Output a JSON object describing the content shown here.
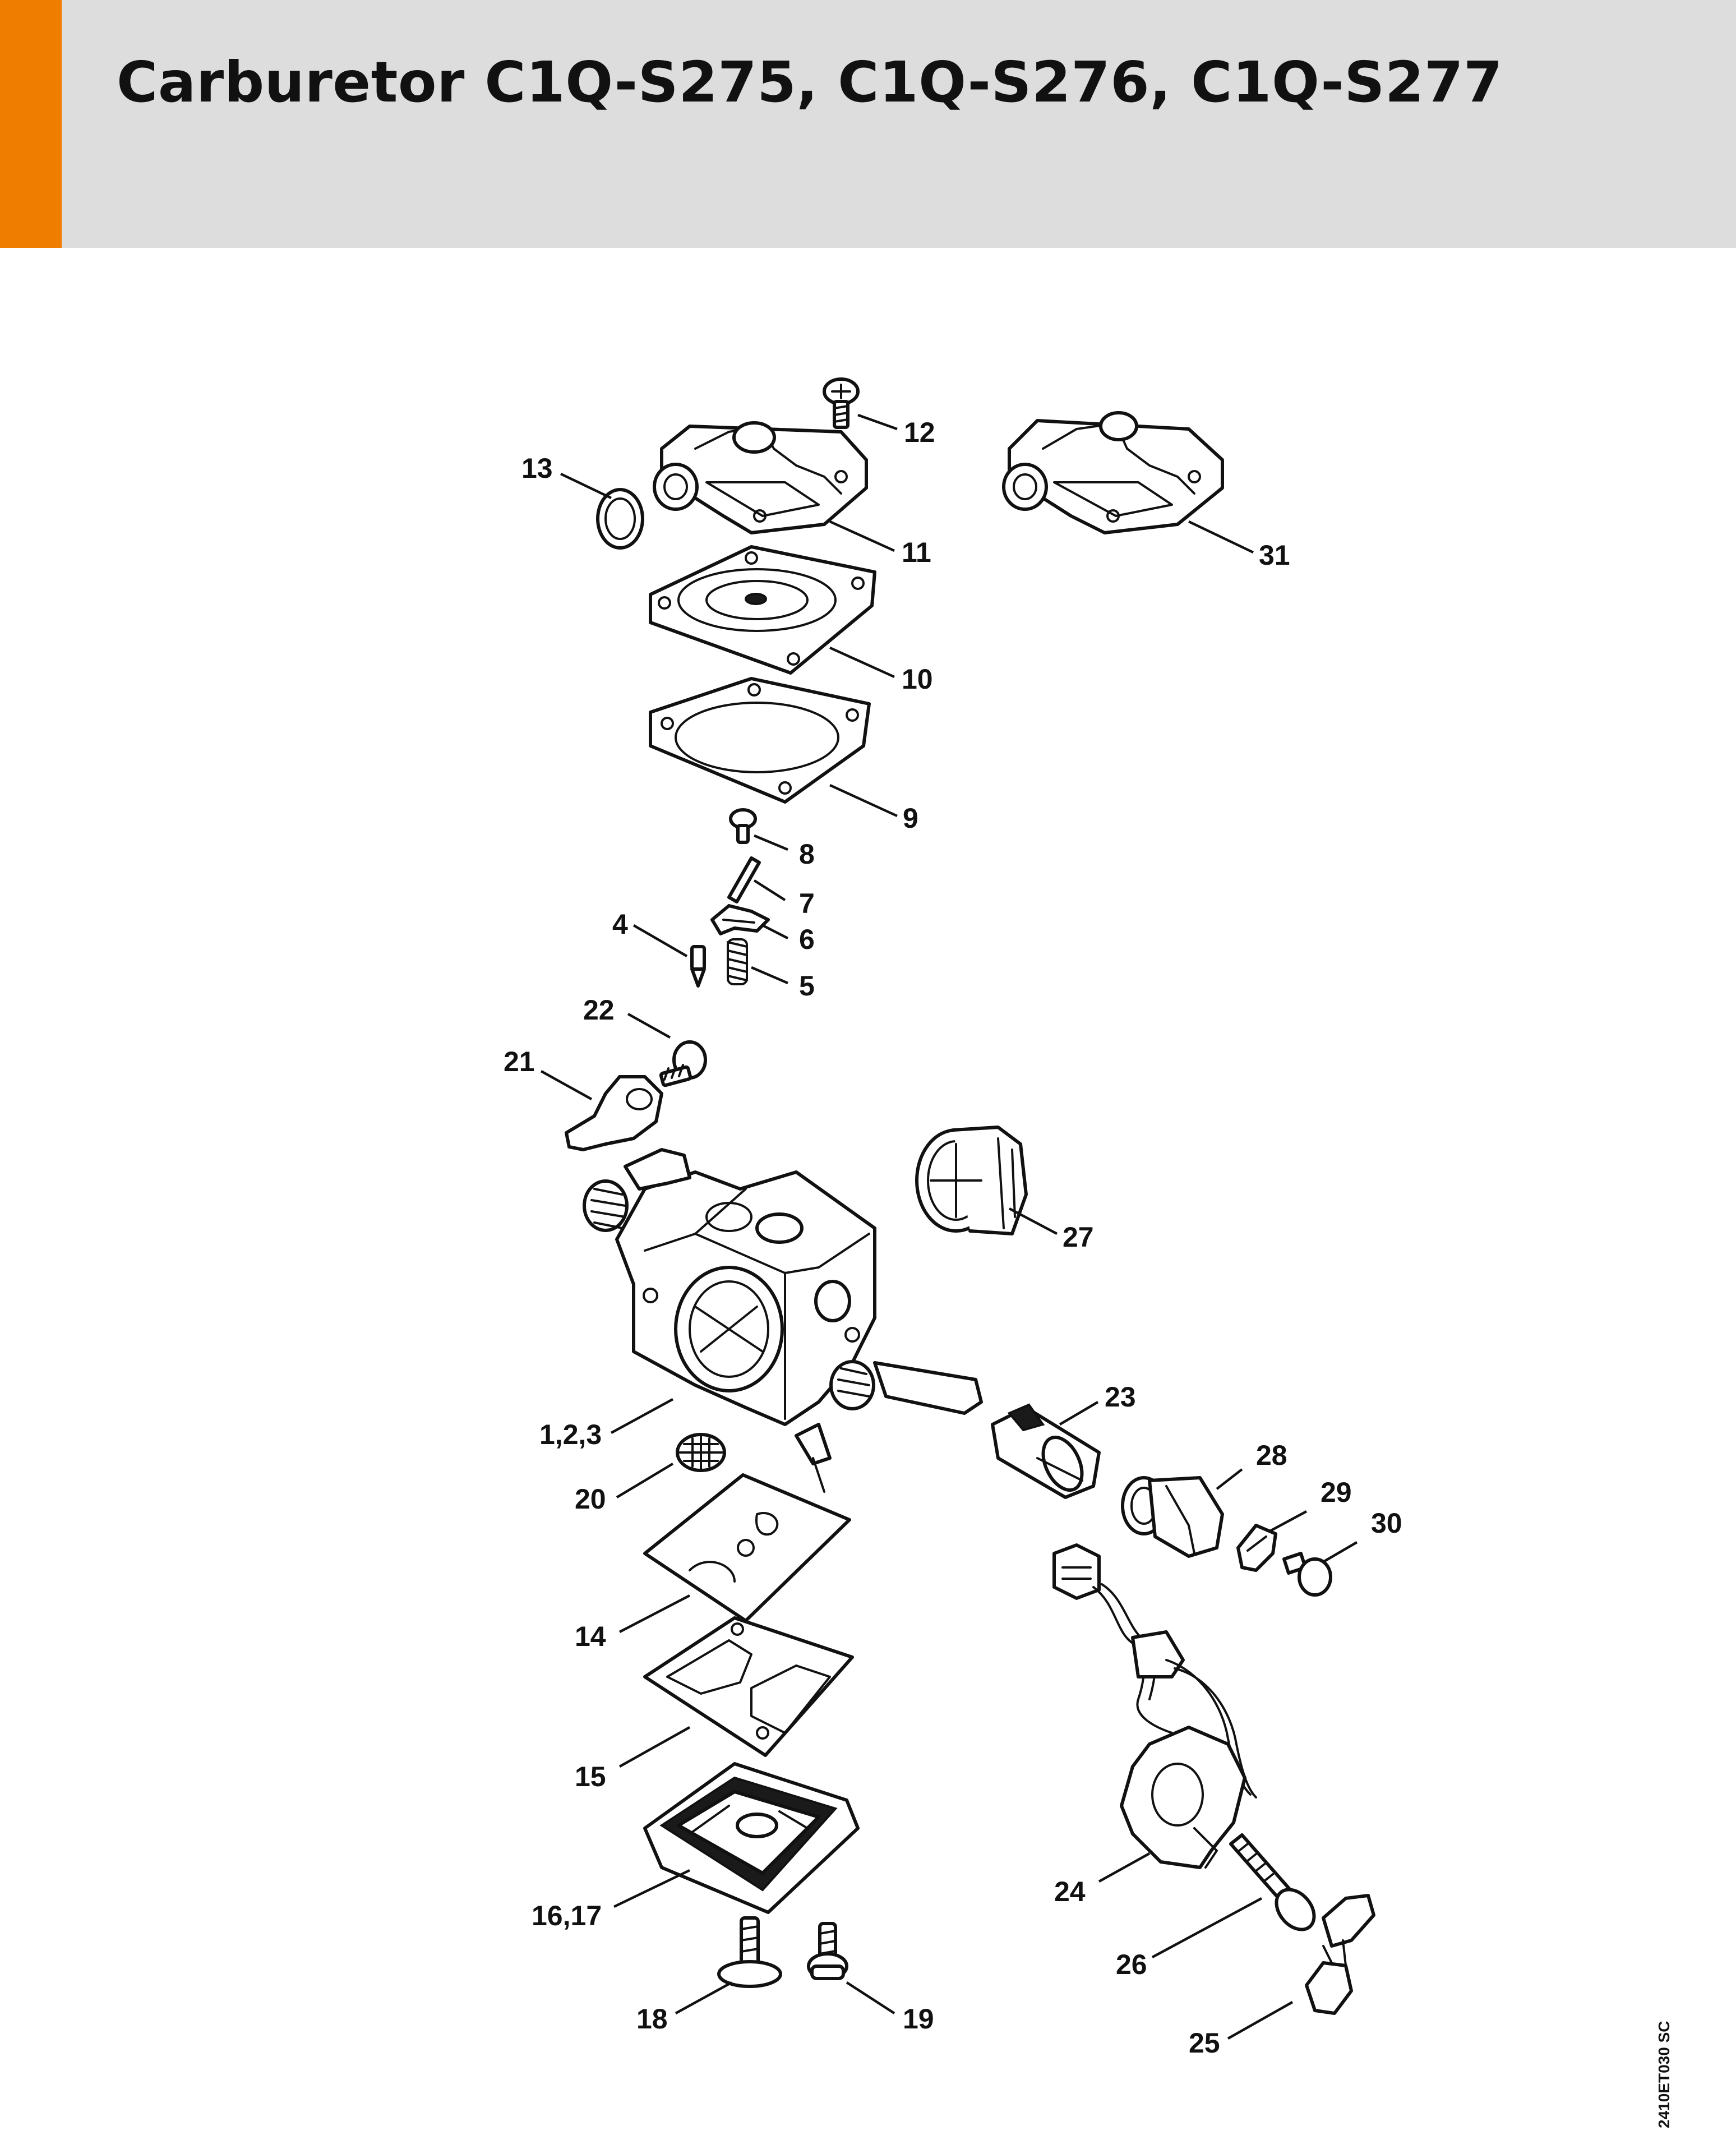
{
  "header": {
    "title": "Carburetor C1Q-S275, C1Q-S276, C1Q-S277",
    "accent_color": "#ef7d00",
    "background_color": "#dcdddc"
  },
  "callouts": {
    "c1_2_3": "1,2,3",
    "c4": "4",
    "c5": "5",
    "c6": "6",
    "c7": "7",
    "c8": "8",
    "c9": "9",
    "c10": "10",
    "c11": "11",
    "c12": "12",
    "c13": "13",
    "c14": "14",
    "c15": "15",
    "c16_17": "16,17",
    "c18": "18",
    "c19": "19",
    "c20": "20",
    "c21": "21",
    "c22": "22",
    "c23": "23",
    "c24": "24",
    "c25": "25",
    "c26": "26",
    "c27": "27",
    "c28": "28",
    "c29": "29",
    "c30": "30",
    "c31": "31"
  },
  "drawing_code": "2410ET030 SC"
}
